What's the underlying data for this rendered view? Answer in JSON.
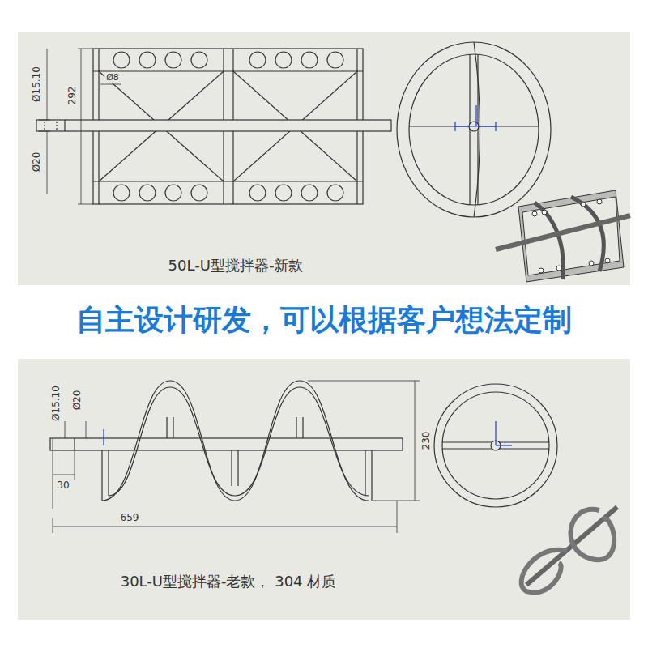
{
  "diagram": {
    "title": "自主设计研发，可以根据客户想法定制",
    "labels": [
      "Ø15.10",
      "292",
      "Ø8",
      "Ø20",
      "50L-U型搅拌器-新款",
      "Ø15.10",
      "Ø20",
      "30",
      "659",
      "230",
      "30L-U型搅拌器-老款， 304 材质"
    ]
  }
}
